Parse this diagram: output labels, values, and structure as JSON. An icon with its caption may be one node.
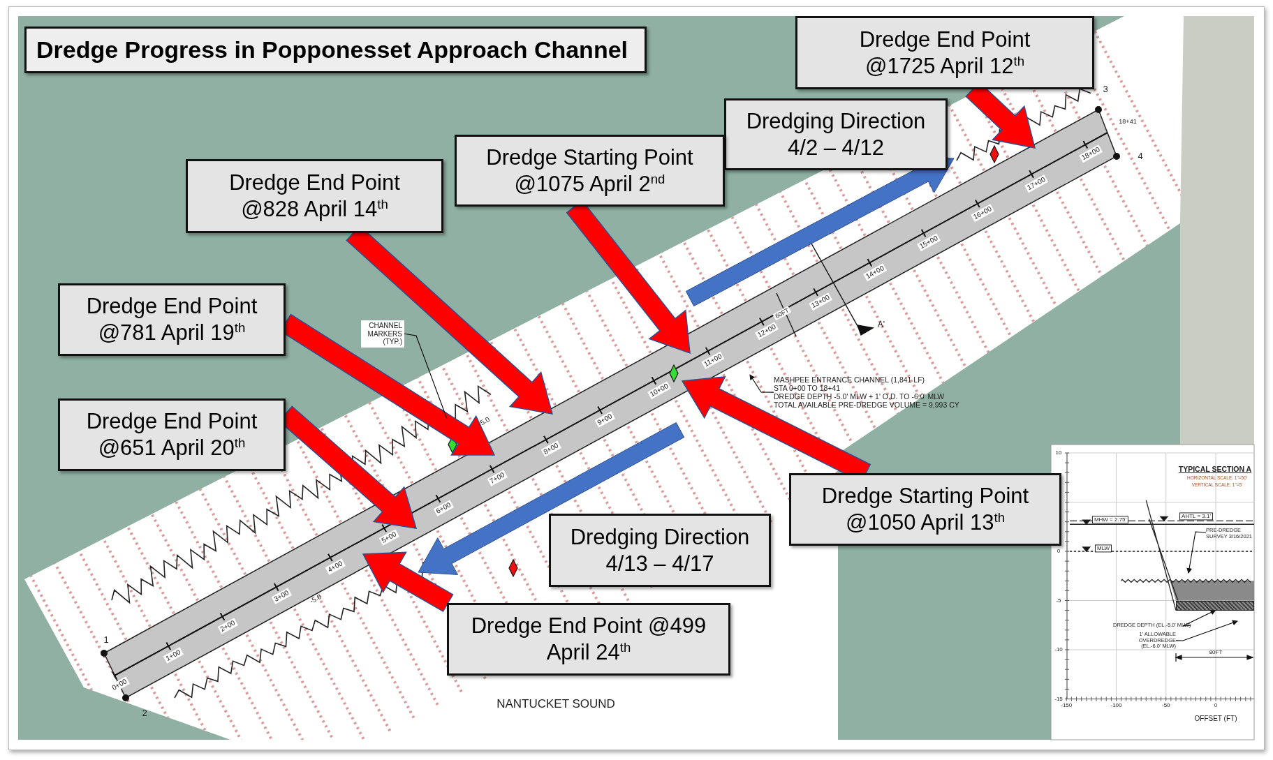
{
  "diagram": {
    "title": "Dredge Progress in Popponesset Approach Channel",
    "nodes": [
      {
        "text": [
          "Dredge End Point @1725 April 12$^{th}$"
        ]
      },
      {
        "text": [
          "Dredging Direction 4/2 – 4/12"
        ]
      },
      {
        "text": [
          "Dredge Starting Point @1075 April 2$^{nd}$"
        ]
      },
      {
        "text": [
          "Dredge End Point @828 April 14$^{th}$"
        ]
      },
      {
        "text": [
          "Dredge End Point @781 April 19$^{th}$"
        ]
      },
      {
        "text": [
          "Dredge End Point @651 April 20$^{th}$"
        ]
      },
      {
        "text": [
          "Dredge Starting Point @1050 April 13$^{th}$"
        ]
      },
      {
        "text": [
          "Dredging Direction 4/13 – 4/17"
        ]
      },
      {
        "text": [
          "Dredge End Point @499 April 24$^{th}$"
        ]
      },
      {
        "text": [
          "CHANNEL MARKERS (TYP.)"
        ]
      },
      {
        "text": [
          "MASHPEE ENTRANCE CHANNEL (1,841 LF)",
          "STA 0+00 TO 18+41",
          "DREDGE DEPTH -5.0' MLW + 1' O.D. TO -6.0' MLW",
          "TOTAL AVAILABLE PRE-DREDGE VOLUME = 9,993 CY"
        ]
      },
      {
        "text": [
          "PRE-DREDGE SURVEY 3/16/2021"
        ]
      },
      {
        "text": [
          "DREDGE DEPTH (EL.-5.0' MLW)"
        ]
      },
      {
        "text": [
          "1' ALLOWABLE OVERDREDGE (EL.-6.0' MLW)"
        ]
      },
      {
        "text": [],
        "shape": "box"
      }
    ],
    "edges": [
      {
        "from": 0,
        "to": null,
        "arrow": "to",
        "style": "thick",
        "color": "#ff0000"
      },
      {
        "from": 2,
        "to": null,
        "arrow": "to",
        "style": "thick",
        "color": "#ff0000"
      },
      {
        "from": 3,
        "to": null,
        "arrow": "to",
        "style": "thick",
        "color": "#ff0000"
      },
      {
        "from": 4,
        "to": null,
        "arrow": "to",
        "style": "thick",
        "color": "#ff0000"
      },
      {
        "from": 5,
        "to": null,
        "arrow": "to",
        "style": "thick",
        "color": "#ff0000"
      },
      {
        "from": 6,
        "to": null,
        "arrow": "to",
        "style": "thick",
        "color": "#ff0000"
      },
      {
        "from": 8,
        "to": null,
        "arrow": "to",
        "style": "thick",
        "color": "#ff0000"
      },
      {
        "from": 9,
        "to": null,
        "arrow": "none",
        "color": "#000000"
      },
      {
        "from": 10,
        "to": null,
        "arrow": "to",
        "color": "#000000"
      },
      {
        "from": 11,
        "to": null,
        "arrow": "to",
        "color": "#000000"
      },
      {
        "from": 12,
        "to": 14,
        "arrow": "to",
        "color": "#000000"
      },
      {
        "from": 13,
        "to": 14,
        "arrow": "to",
        "color": "#000000"
      }
    ],
    "labels": [
      "0+00",
      "1+00",
      "2+00",
      "3+00",
      "4+00",
      "5+00",
      "6+00",
      "7+00",
      "8+00",
      "9+00",
      "10+00",
      "11+00",
      "12+00",
      "13+00",
      "14+00",
      "15+00",
      "16+00",
      "17+00",
      "18+00",
      "18+41",
      "1",
      "2",
      "3",
      "4",
      "A'",
      "60FT",
      "-5.0",
      "-5.0",
      "NANTUCKET SOUND",
      "TYPICAL SECTION A",
      "HORIZONTAL SCALE: 1\"=50'",
      "VERTICAL SCALE: 1\"=5'",
      "MHW = 2.75'",
      "AHTL = 3.1'",
      "MLW",
      "10",
      "0",
      "-5",
      "-10",
      "-15",
      "-150",
      "-100",
      "-50",
      "0",
      "80FT",
      "OFFSET (FT)"
    ]
  }
}
